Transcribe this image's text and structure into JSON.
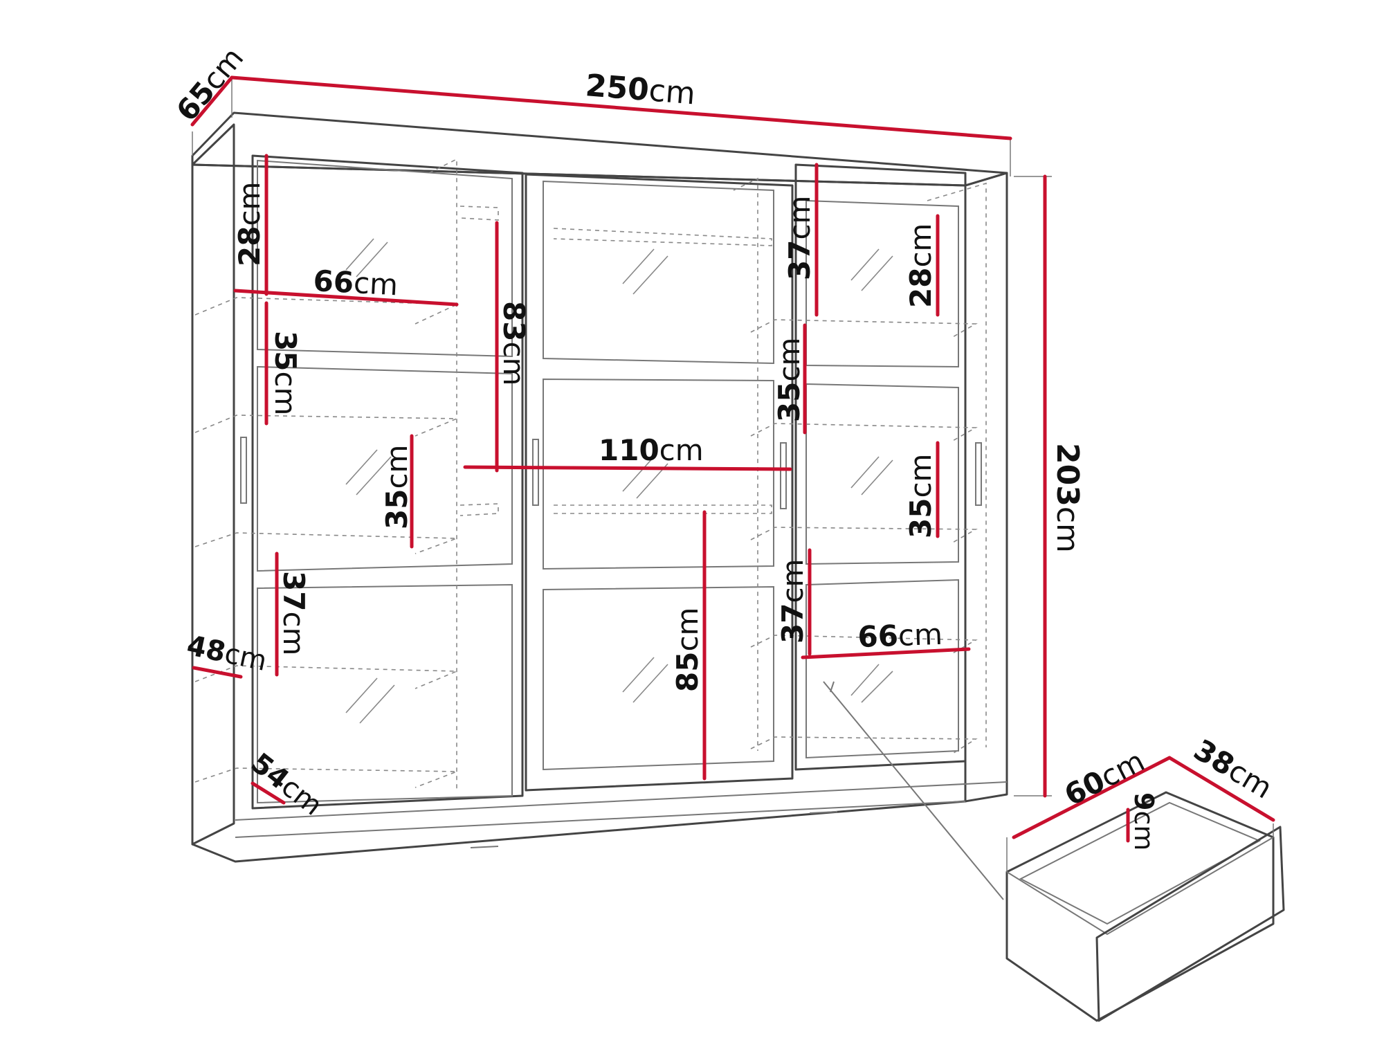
{
  "diagram": {
    "unit": "cm",
    "accent_color": "#c8102e",
    "line_color": "#444444",
    "dimensions": [
      {
        "id": "total-width",
        "value": "250",
        "unit": "cm"
      },
      {
        "id": "total-depth",
        "value": "65",
        "unit": "cm"
      },
      {
        "id": "total-height",
        "value": "203",
        "unit": "cm"
      },
      {
        "id": "left-top-shelf-height",
        "value": "28",
        "unit": "cm"
      },
      {
        "id": "left-shelf-width",
        "value": "66",
        "unit": "cm"
      },
      {
        "id": "left-second-shelf-height",
        "value": "35",
        "unit": "cm"
      },
      {
        "id": "left-third-shelf-height",
        "value": "35",
        "unit": "cm"
      },
      {
        "id": "left-fourth-shelf-height",
        "value": "37",
        "unit": "cm"
      },
      {
        "id": "left-depth-48",
        "value": "48",
        "unit": "cm"
      },
      {
        "id": "left-depth-54",
        "value": "54",
        "unit": "cm"
      },
      {
        "id": "center-upper-height",
        "value": "83",
        "unit": "cm"
      },
      {
        "id": "center-shelf-width",
        "value": "110",
        "unit": "cm"
      },
      {
        "id": "center-lower-height",
        "value": "85",
        "unit": "cm"
      },
      {
        "id": "right-top-height",
        "value": "37",
        "unit": "cm"
      },
      {
        "id": "right-top-shelf-height",
        "value": "28",
        "unit": "cm"
      },
      {
        "id": "right-second-height",
        "value": "35",
        "unit": "cm"
      },
      {
        "id": "right-third-height",
        "value": "35",
        "unit": "cm"
      },
      {
        "id": "right-fourth-height",
        "value": "37",
        "unit": "cm"
      },
      {
        "id": "right-shelf-width",
        "value": "66",
        "unit": "cm"
      },
      {
        "id": "drawer-width",
        "value": "60",
        "unit": "cm"
      },
      {
        "id": "drawer-depth",
        "value": "38",
        "unit": "cm"
      },
      {
        "id": "drawer-height",
        "value": "9",
        "unit": "cm"
      }
    ]
  }
}
